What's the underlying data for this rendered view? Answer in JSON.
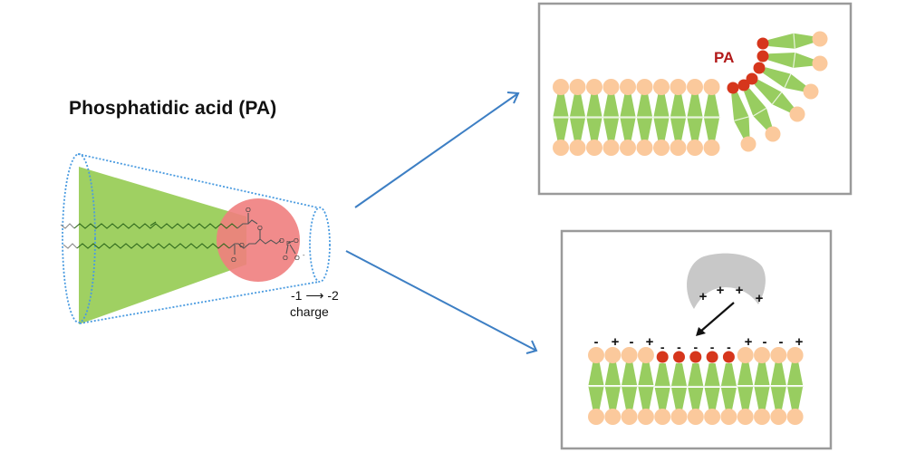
{
  "title": "Phosphatidic acid (PA)",
  "charge": {
    "from": "-1",
    "to": "-2",
    "label": "charge"
  },
  "top_panel": {
    "label": "PA",
    "bilayer_lipid_count": 10,
    "pa_lipid_count": 6
  },
  "bottom_panel": {
    "protein_charges": [
      "+",
      "+",
      "+",
      "+"
    ],
    "membrane_lipids": [
      "normal",
      "normal",
      "normal",
      "normal",
      "PA",
      "PA",
      "PA",
      "PA",
      "PA",
      "normal",
      "normal",
      "normal",
      "normal"
    ],
    "surface_charges_left": [
      "-",
      "+",
      "-",
      "+"
    ],
    "surface_charges_pa": [
      "-",
      "-",
      "-",
      "-",
      "-"
    ],
    "surface_charges_right": [
      "+",
      "-",
      "-",
      "+"
    ]
  },
  "colors": {
    "tail_green": "#8dc84f",
    "head_orange": "#fbc99c",
    "pa_red": "#d6361c",
    "pa_label": "#b21a1a",
    "arrow_blue": "#3d7fc4",
    "cone_blue": "#4a9be0",
    "head_circle": "#f08080",
    "protein_gray": "#c8c8c8",
    "box_border": "#9a9a9a"
  }
}
